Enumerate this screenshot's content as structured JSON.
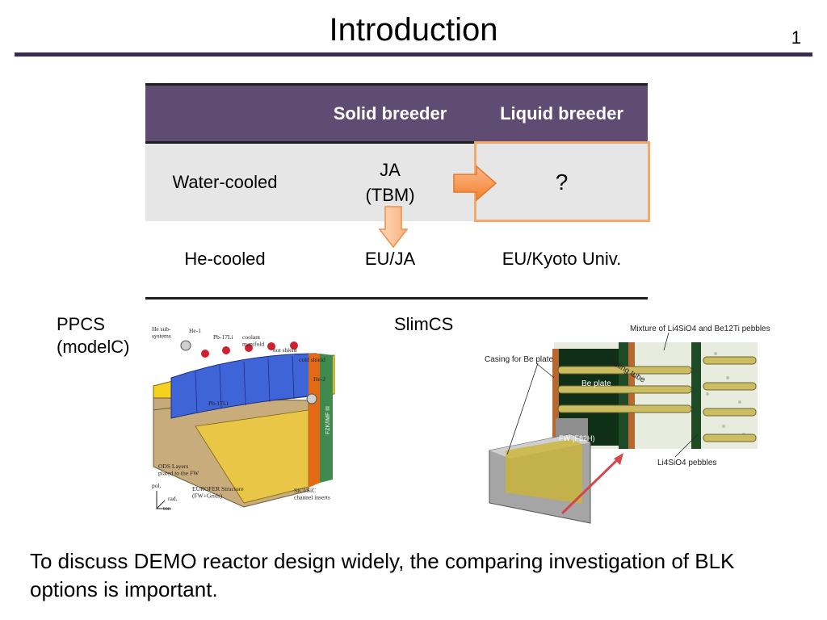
{
  "slide": {
    "title": "Introduction",
    "page_number": "1"
  },
  "table": {
    "headers": [
      "",
      "Solid breeder",
      "Liquid breeder"
    ],
    "rows": [
      {
        "label": "Water-cooled",
        "solid": [
          "JA",
          "(TBM)"
        ],
        "liquid": "?"
      },
      {
        "label": "He-cooled",
        "solid": [
          "EU/JA"
        ],
        "liquid": "EU/Kyoto Univ."
      }
    ]
  },
  "figures": {
    "ppcs": {
      "label_line1": "PPCS",
      "label_line2": "(modelC)",
      "annotations": {
        "he_sub_systems": "He sub-\nsystems",
        "he_1": "He-1",
        "pb_17li": "Pb-17Li",
        "coolant_manifold": "coolant\nmanifold",
        "hot_shield": "hot shield",
        "cold_shield": "cold shield",
        "he_2": "He-2",
        "pb_17li_inner": "Pb-17Li",
        "fzk_mark": "FZK/IMF III",
        "ods_layers": "ODS Layers\nplated to the FW",
        "eurofer": "EUROFER Structure\n(FW+Grids)",
        "sic": "SiCf/SiC\nchannel inserts",
        "axis_pol": "pol.",
        "axis_rad": "rad.",
        "axis_tor": "tor."
      }
    },
    "slimcs": {
      "label": "SlimCS",
      "annotations": {
        "mixture": "Mixture of Li4SiO4 and Be12Ti pebbles",
        "casing": "Casing for Be plate",
        "cooling_tube": "Cooling tube",
        "be_plate": "Be plate",
        "fw": "FW (F82H)",
        "li4sio4": "Li4SiO4 pebbles"
      }
    }
  },
  "footnote": "To discuss DEMO reactor design widely, the comparing investigation of BLK options is important.",
  "colors": {
    "header_purple": "#5e4c73",
    "title_rule": "#3a2a4e",
    "highlight_orange": "#f4a86a",
    "row_gray": "#e6e6e6"
  }
}
